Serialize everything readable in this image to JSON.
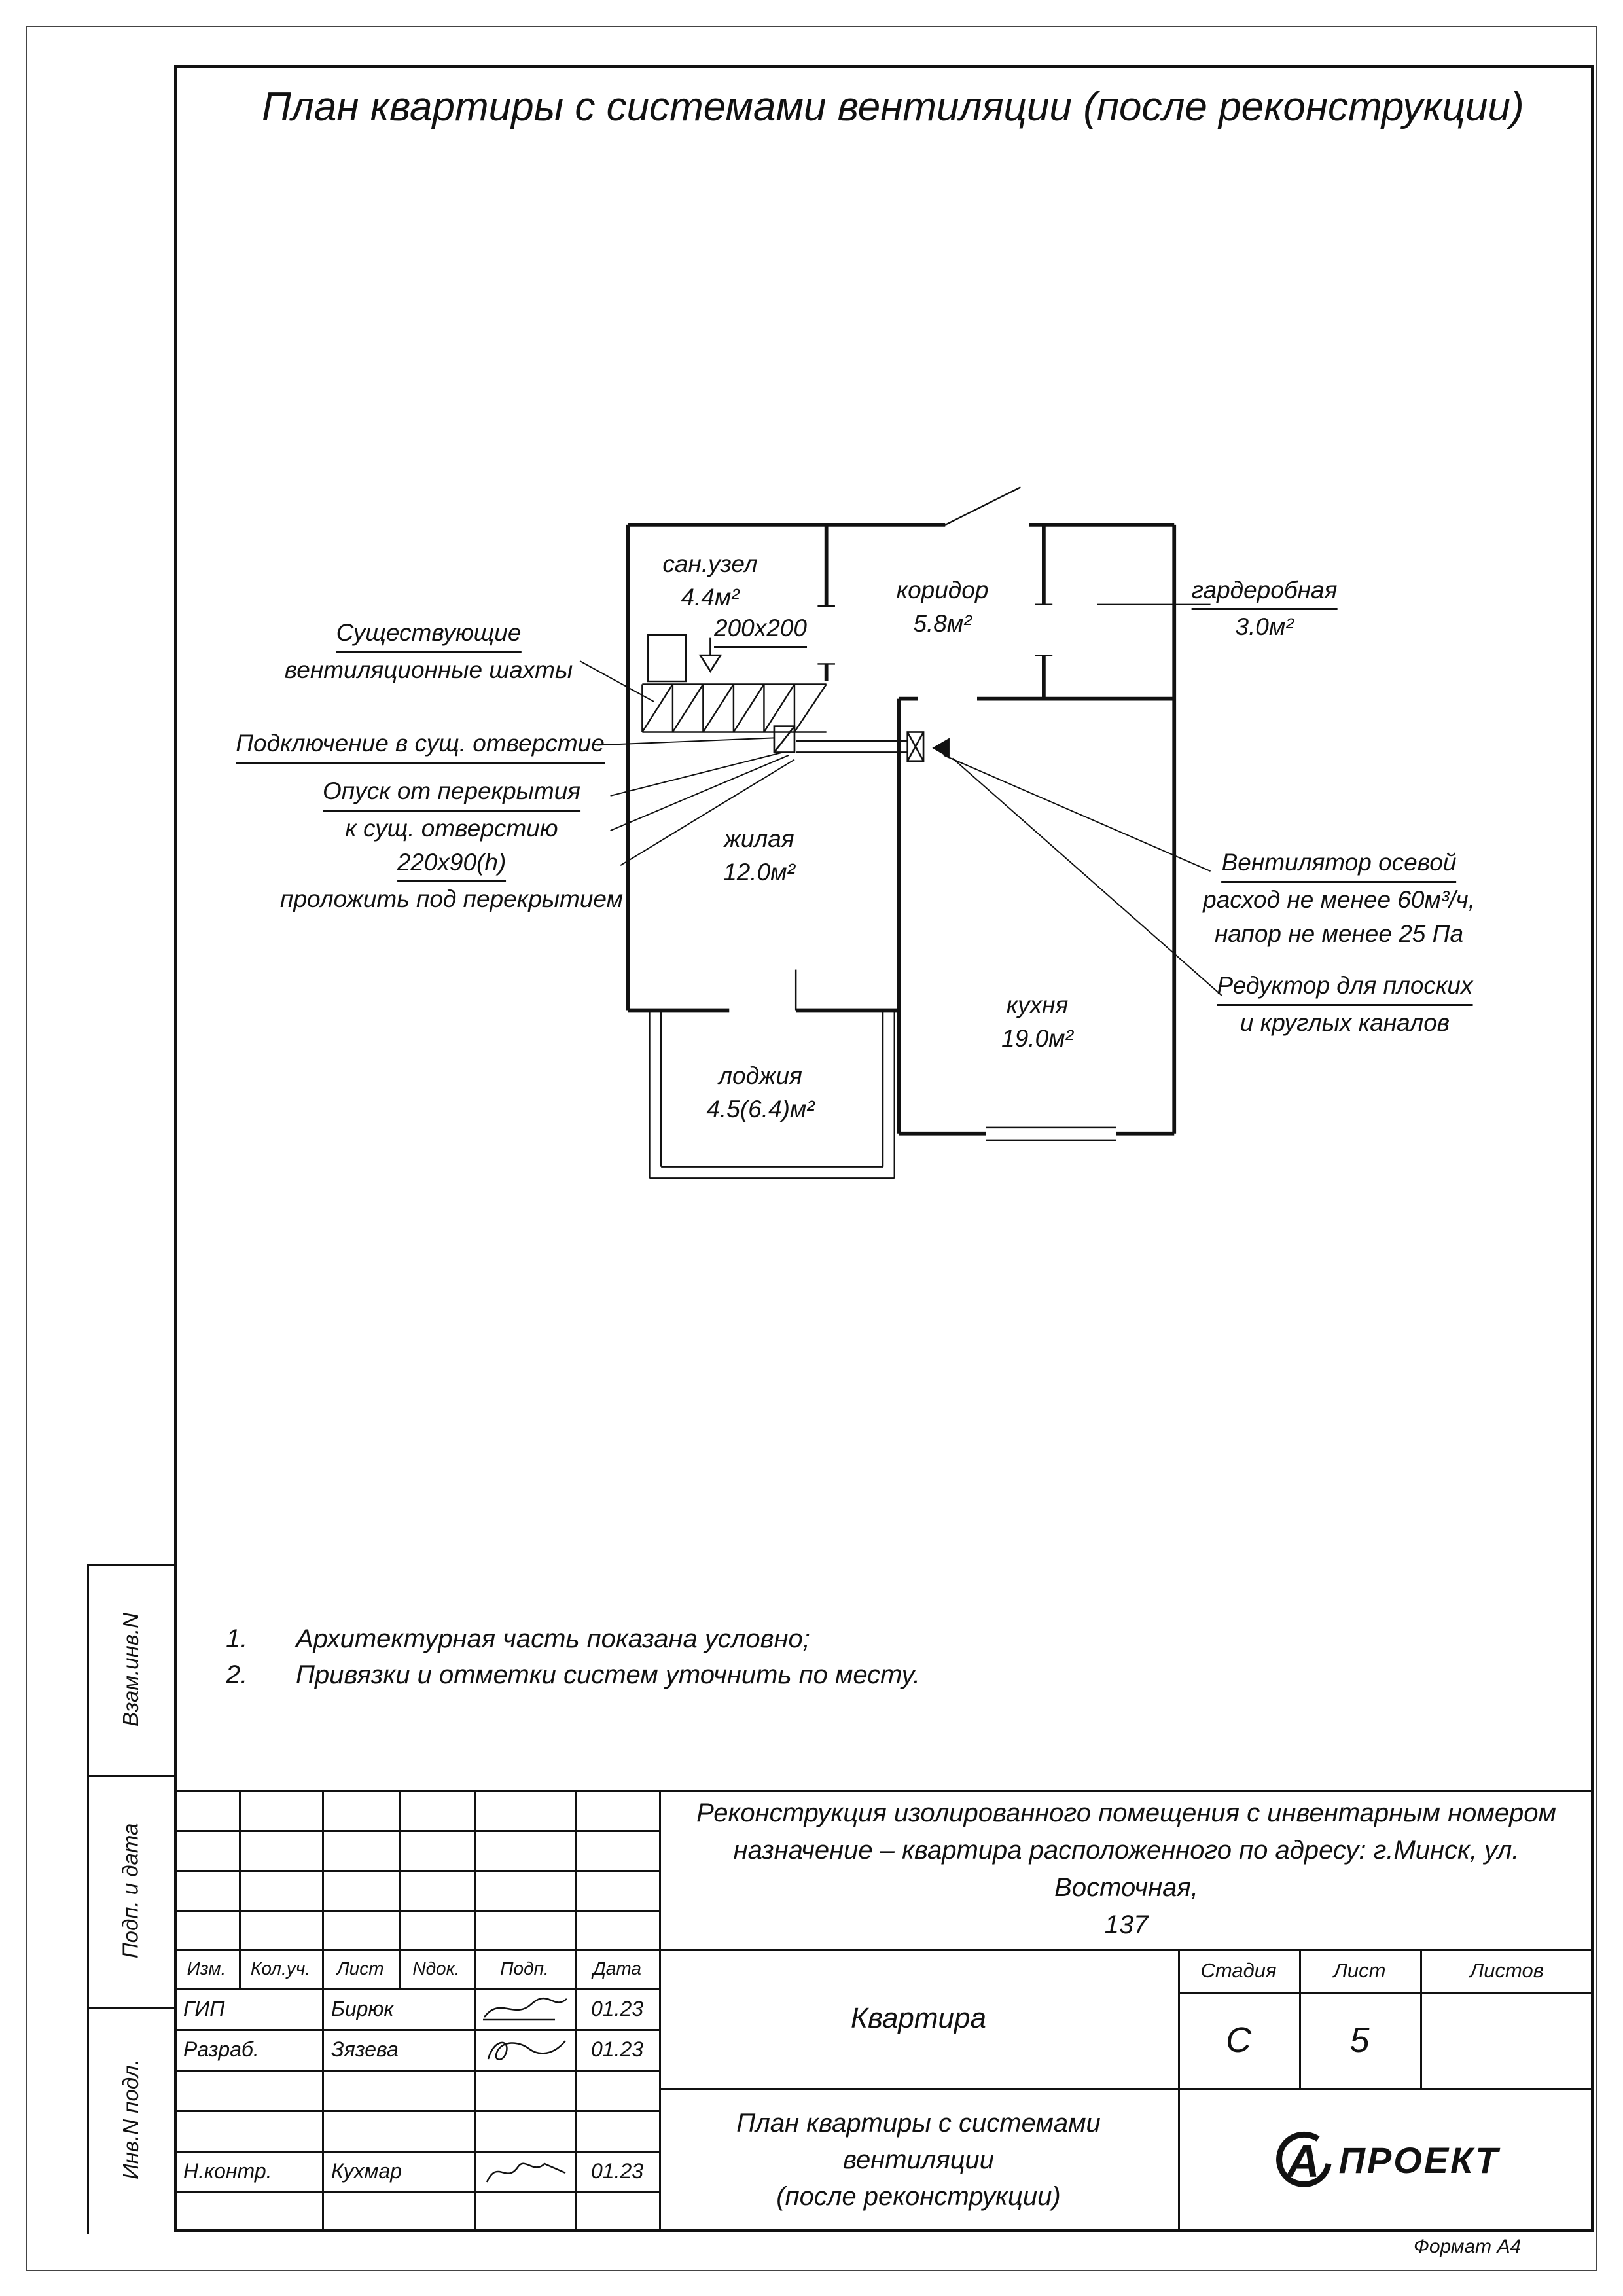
{
  "title": "План квартиры с системами вентиляции (после реконструкции)",
  "plan": {
    "rooms": [
      {
        "name": "сан.узел",
        "area": "4.4м²"
      },
      {
        "name": "коридор",
        "area": "5.8м²"
      },
      {
        "name": "гардеробная",
        "area": "3.0м²"
      },
      {
        "name": "жилая",
        "area": "12.0м²"
      },
      {
        "name": "кухня",
        "area": "19.0м²"
      },
      {
        "name": "лоджия",
        "area": "4.5(6.4)м²"
      }
    ],
    "duct_size": "200х200",
    "notes": {
      "shafts_1": "Существующие",
      "shafts_2": "вентиляционные шахты",
      "connection": "Подключение в сущ. отверстие",
      "drop_1": "Опуск от перекрытия",
      "drop_2": "к сущ. отверстию",
      "drop_3": "220х90(h)",
      "drop_4": "проложить под перекрытием",
      "fan_1": "Вентилятор осевой",
      "fan_2": "расход не менее 60м³/ч,",
      "fan_3": "напор не менее 25 Па",
      "reducer_1": "Редуктор для плоских",
      "reducer_2": "и круглых каналов"
    }
  },
  "general_notes": [
    {
      "num": "1.",
      "text": "Архитектурная часть показана условно;"
    },
    {
      "num": "2.",
      "text": "Привязки и отметки систем уточнить по месту."
    }
  ],
  "sidebar": {
    "vzam": "Взам.инв.N",
    "podp": "Подп. и дата",
    "inv": "Инв.N подл."
  },
  "titleblock": {
    "col_izm": "Изм.",
    "col_koluch": "Кол.уч.",
    "col_list": "Лист",
    "col_ndok": "Nдок.",
    "col_podp": "Подп.",
    "col_data": "Дата",
    "rows": [
      {
        "role": "ГИП",
        "name": "Бирюк",
        "date": "01.23"
      },
      {
        "role": "Разраб.",
        "name": "Зязева",
        "date": "01.23"
      },
      {
        "role": "Н.контр.",
        "name": "Кухмар",
        "date": "01.23"
      }
    ],
    "doc_line1": "Реконструкция изолированного помещения с инвентарным номером",
    "doc_line2": "назначение – квартира расположенного по адресу: г.Минск, ул. Восточная,",
    "doc_line3": "137",
    "object": "Квартира",
    "stage_label": "Стадия",
    "sheet_label": "Лист",
    "sheets_label": "Листов",
    "stage": "С",
    "sheet_num": "5",
    "sheets_total": "",
    "sheet_title_1": "План квартиры с системами вентиляции",
    "sheet_title_2": "(после реконструкции)",
    "logo_letter": "А",
    "logo_text": "ПРОЕКТ",
    "format": "Формат А4"
  }
}
